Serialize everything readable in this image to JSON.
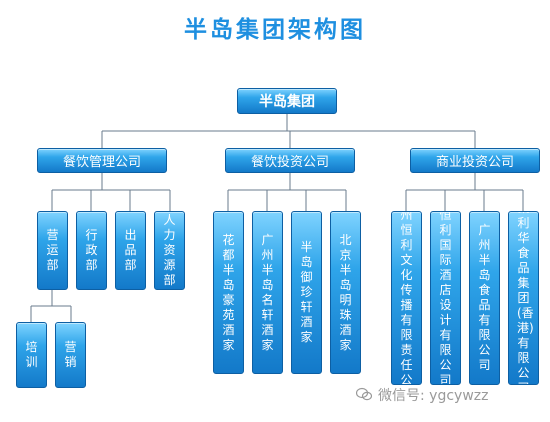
{
  "title": "半岛集团架构图",
  "root": "半岛集团",
  "divisions": [
    {
      "name": "餐饮管理公司",
      "children": [
        "营运部",
        "行政部",
        "出品部",
        "人力资源部"
      ],
      "grandchildren": [
        "培训",
        "营销"
      ]
    },
    {
      "name": "餐饮投资公司",
      "children": [
        "花都半岛豪苑酒家",
        "广州半岛名轩酒家",
        "半岛御珍轩酒家",
        "北京半岛明珠酒家"
      ]
    },
    {
      "name": "商业投资公司",
      "children": [
        "广州恒利文化传播有限责任公司",
        "恒利国际酒店设计有限公司",
        "广州半岛食品有限公司",
        "凯利华食品集团(香港)有限公司"
      ]
    }
  ],
  "watermark": "微信号: ygcywzz",
  "colors": {
    "box_top": "#7fd3ff",
    "box_bottom": "#1379c9",
    "line": "#6a7b8c",
    "title": "#1e8fe0"
  }
}
